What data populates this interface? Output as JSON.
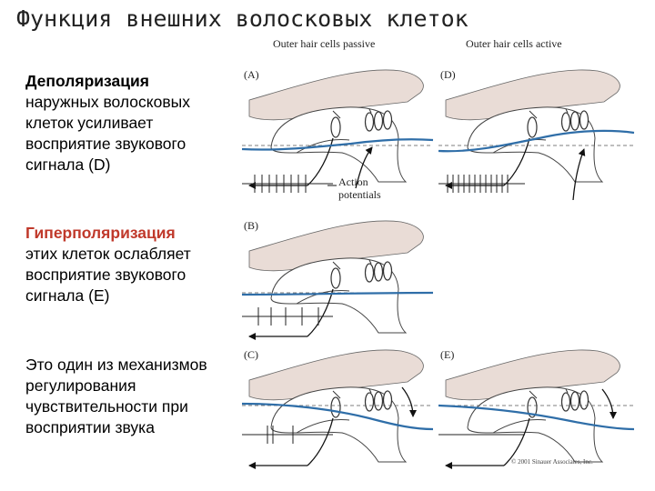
{
  "slide": {
    "title": "Функция внешних волосковых клеток"
  },
  "text_blocks": [
    {
      "lead": "Деполяризация",
      "rest": "наружных волосковых клеток усиливает восприятие звукового сигнала (D)"
    },
    {
      "lead": "Гиперполяризация",
      "rest": "этих клеток ослабляет восприятие звукового сигнала (E)"
    },
    {
      "lead": "",
      "rest": "Это один из механизмов регулирования чувствительности при восприятии звука"
    }
  ],
  "figure": {
    "header_passive": "Outer hair cells passive",
    "header_active": "Outer hair cells active",
    "panel_labels": {
      "A": "(A)",
      "B": "(B)",
      "C": "(C)",
      "D": "(D)",
      "E": "(E)"
    },
    "annotation_line1": "Action",
    "annotation_line2": "potentials",
    "copyright": "© 2001 Sinauer Associates, Inc."
  },
  "colors": {
    "membrane": "#2f6ea8",
    "tectorial": "#e9dcd6",
    "highlight_red": "#c0392b"
  }
}
